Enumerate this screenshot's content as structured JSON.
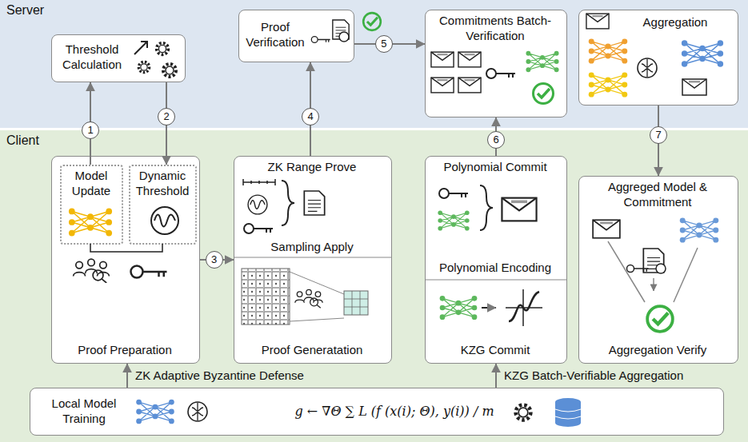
{
  "diagram": {
    "nodes": [
      {
        "text": [
          "Server"
        ]
      },
      {
        "text": [
          "Threshold Calculation"
        ],
        "in": 0
      },
      {
        "text": [
          "Proof Verification"
        ],
        "in": 0
      },
      {
        "text": [
          "Commitments Batch-Verification"
        ],
        "in": 0
      },
      {
        "text": [
          "Aggregation"
        ],
        "in": 0
      },
      {
        "text": [
          "Client"
        ]
      },
      {
        "text": [
          "Proof Preparation"
        ],
        "in": 5
      },
      {
        "text": [
          "Model Update"
        ],
        "in": 6
      },
      {
        "text": [
          "Dynamic Threshold"
        ],
        "in": 6
      },
      {
        "text": [
          "ZK Range Prove",
          "Sampling Apply",
          "Proof Generatation"
        ],
        "in": 5
      },
      {
        "text": [
          "Polynomial Commit",
          "Polynomial Encoding",
          "KZG Commit"
        ],
        "in": 5
      },
      {
        "text": [
          "Aggreged Model & Commitment",
          "Aggregation Verify"
        ],
        "in": 5
      },
      {
        "text": [
          "Local Model Training",
          "g ← ∇Θ ∑ L (f (x(i); Θ), y(i)) / m"
        ],
        "in": 5
      }
    ],
    "edges": [
      {
        "from": 7,
        "to": 1,
        "label": "1",
        "arrow": "to"
      },
      {
        "from": 1,
        "to": 8,
        "label": "2",
        "arrow": "to"
      },
      {
        "from": 6,
        "to": 9,
        "label": "3",
        "arrow": "to"
      },
      {
        "from": 9,
        "to": 2,
        "label": "4",
        "arrow": "to"
      },
      {
        "from": 2,
        "to": 3,
        "label": "5",
        "arrow": "to"
      },
      {
        "from": 10,
        "to": 3,
        "label": "6",
        "arrow": "to"
      },
      {
        "from": 4,
        "to": 11,
        "label": "7",
        "arrow": "to"
      },
      {
        "from": 12,
        "to": 6,
        "label": "ZK Adaptive Byzantine Defense",
        "arrow": "to"
      },
      {
        "from": 12,
        "to": 10,
        "label": "KZG Batch-Verifiable Aggregation",
        "arrow": "to"
      }
    ]
  }
}
